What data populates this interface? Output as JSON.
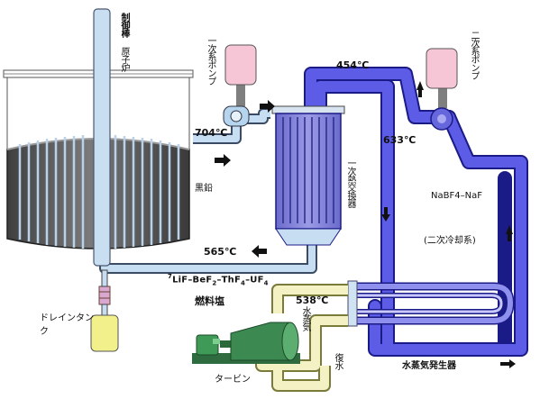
{
  "labels": {
    "control_rod": "制御棒",
    "reactor": "原子炉",
    "graphite": "黒鉛",
    "primary_pump": "一次系ポンプ",
    "primary_hx": "一次熱交換器",
    "secondary_pump": "二次系ポンプ",
    "coolant_formula": "NaBF4–NaF",
    "secondary_loop": "(二次冷却系)",
    "fuel_salt": "燃料塩",
    "drain_tank": "ドレインタンク",
    "steam": "水蒸気",
    "condensate": "復水",
    "turbine": "タービン",
    "steam_generator": "水蒸気発生器",
    "temp_704": "704℃",
    "temp_565": "565℃",
    "temp_454": "454℃",
    "temp_633": "633℃",
    "temp_538": "538℃"
  },
  "fuel_formula": {
    "li_mass": "7",
    "li": "LiF",
    "be": "BeF",
    "be_sub": "2",
    "th": "ThF",
    "th_sub": "4",
    "u": "UF",
    "u_sub": "4",
    "sep": "–"
  },
  "colors": {
    "primary_loop": "#bfd8f0",
    "secondary_loop": "#5555dd",
    "steam_loop": "#f3f0c0",
    "reactor_body": "#585858",
    "pump_motor": "#f6c6d6",
    "turbine": "#3c8a52",
    "drain_tank": "#f2f08a"
  }
}
